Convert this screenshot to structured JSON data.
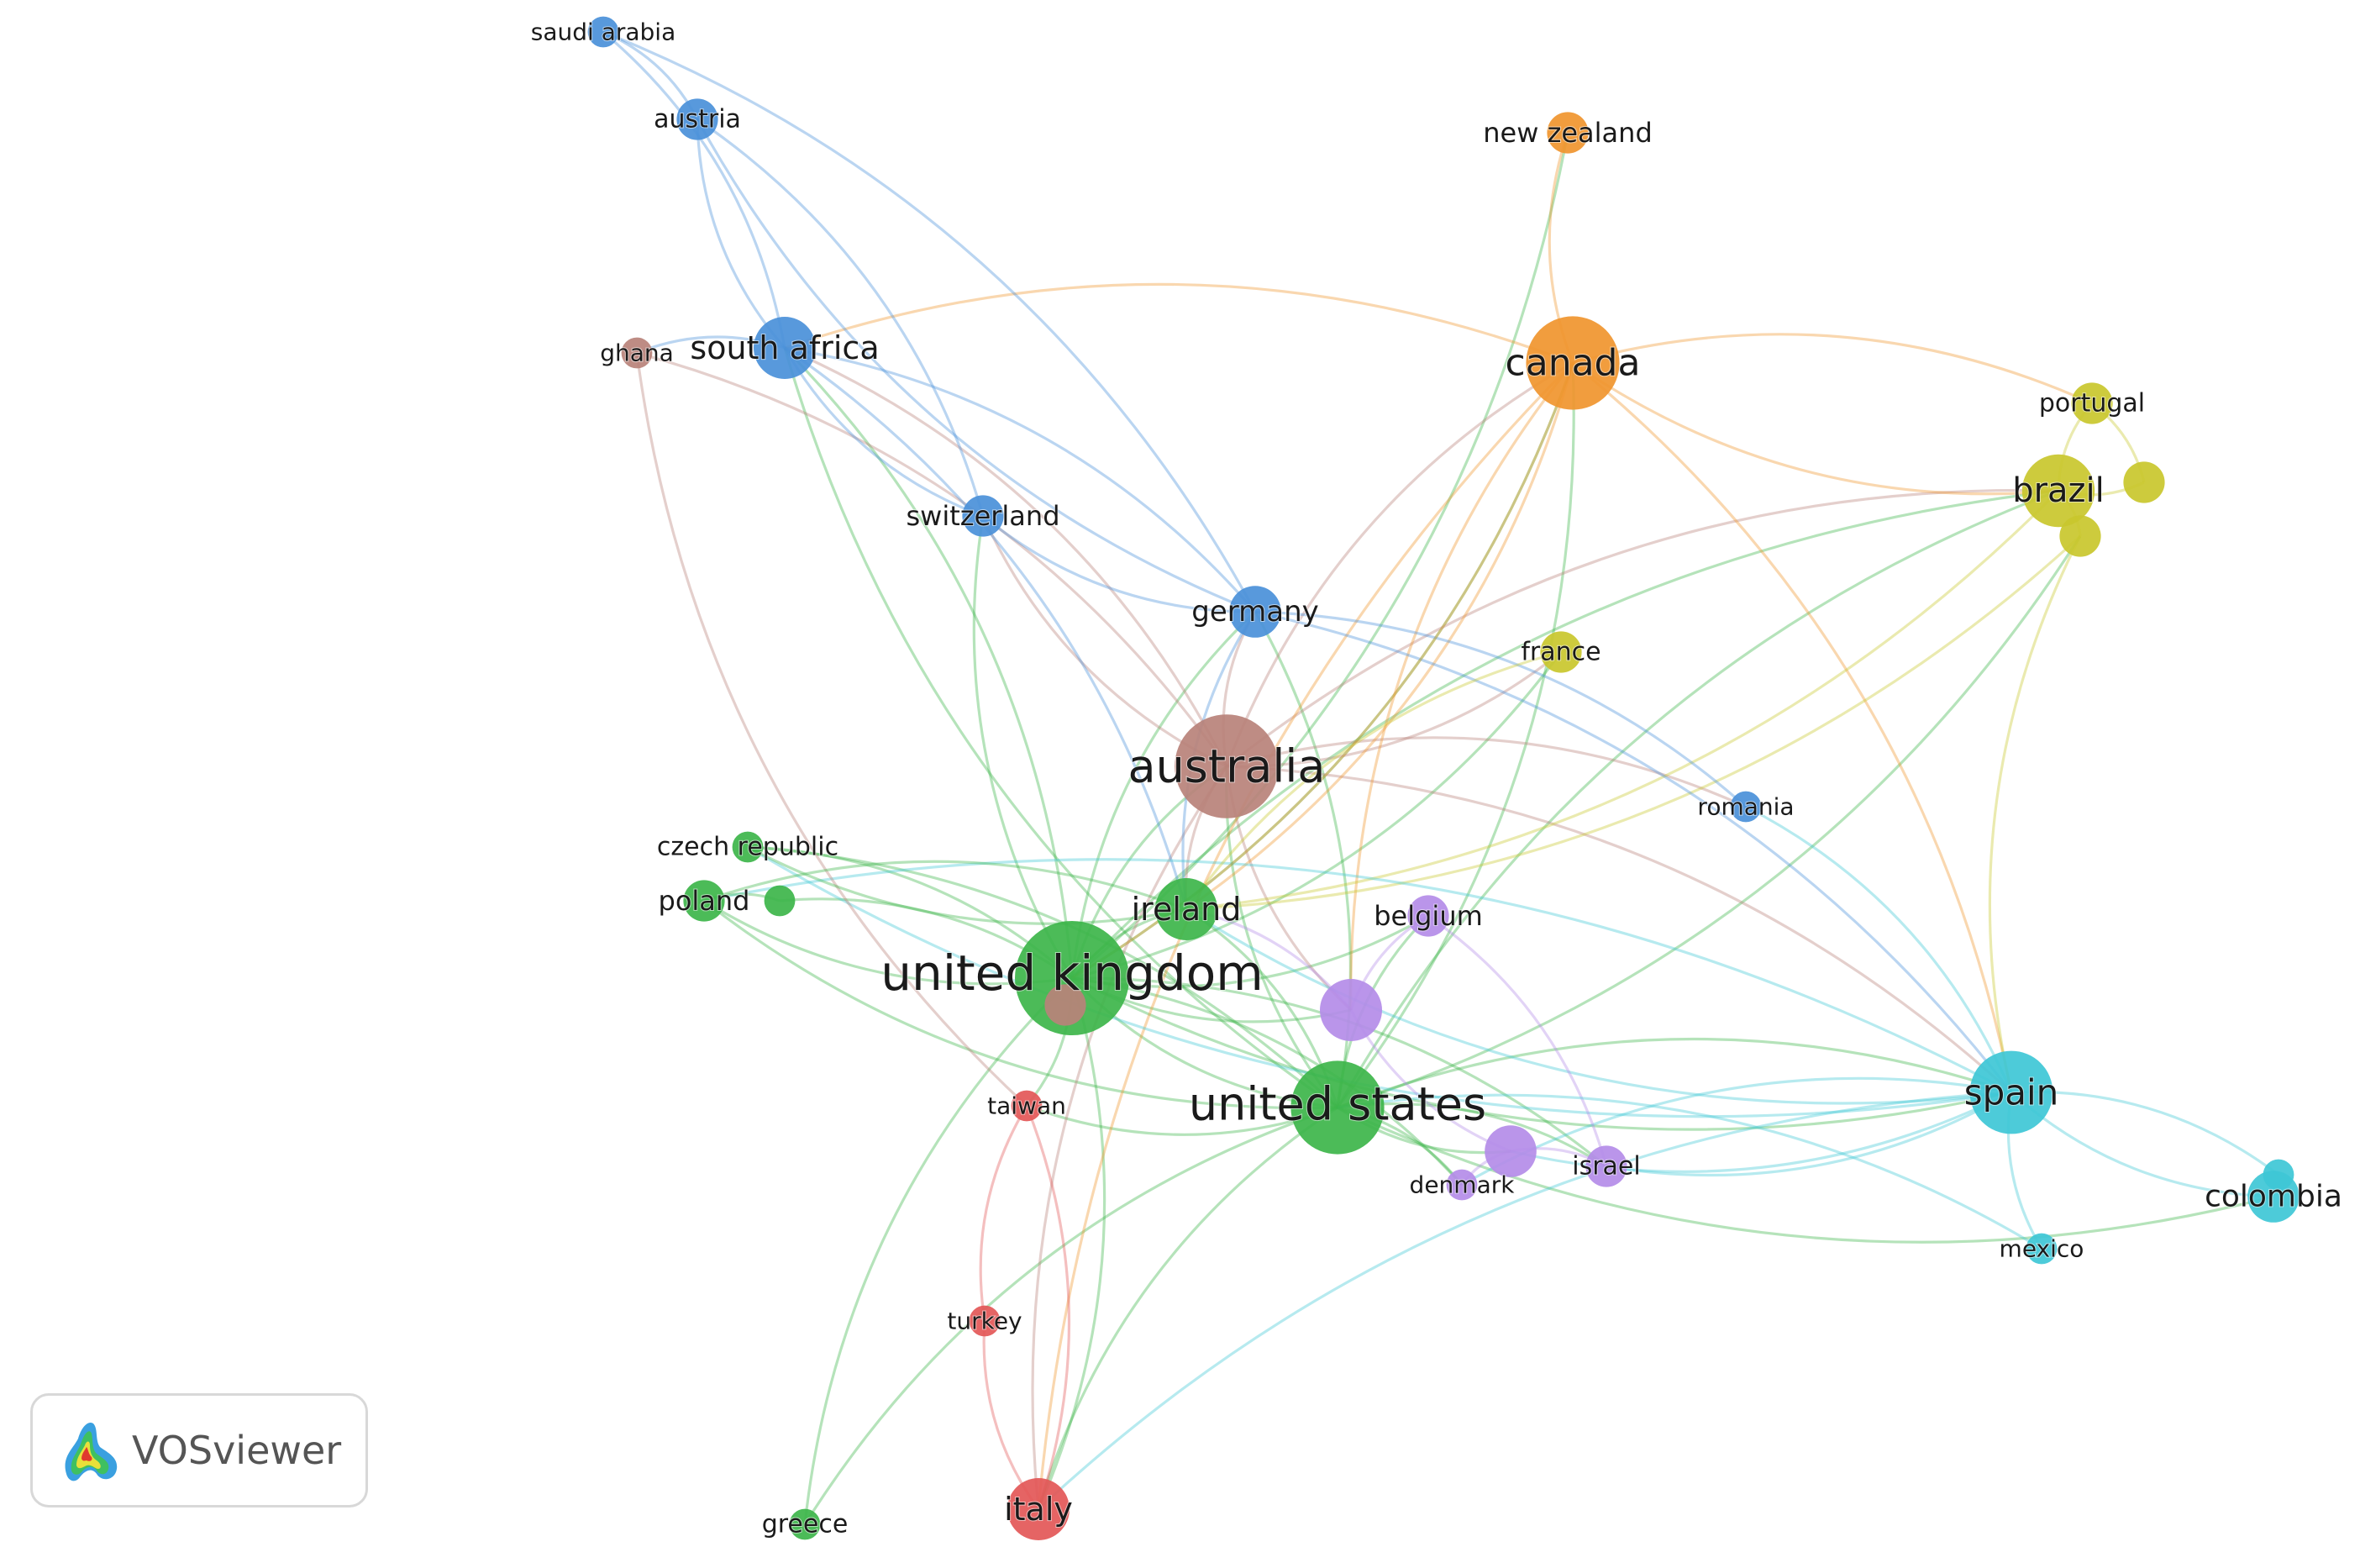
{
  "app": {
    "name": "VOSviewer",
    "logo_icon": "vosviewer-heatmap-logo-icon"
  },
  "cluster_colors": {
    "green": "#3db54a",
    "blue": "#4a90d9",
    "orange": "#f0952e",
    "yellow": "#c9c72c",
    "cyan": "#3ec7d6",
    "purple": "#b48ce8",
    "red": "#e35757",
    "brown": "#b8827a"
  },
  "network": {
    "nodes": [
      {
        "id": "united kingdom",
        "label": "united kingdom",
        "cluster": "green",
        "weight": 10
      },
      {
        "id": "united states",
        "label": "united states",
        "cluster": "green",
        "weight": 8
      },
      {
        "id": "ireland",
        "label": "ireland",
        "cluster": "green",
        "weight": 5
      },
      {
        "id": "czech republic",
        "label": "czech republic",
        "cluster": "green",
        "weight": 2
      },
      {
        "id": "poland",
        "label": "poland",
        "cluster": "green",
        "weight": 3
      },
      {
        "id": "poland-2",
        "label": "",
        "cluster": "green",
        "weight": 2
      },
      {
        "id": "greece",
        "label": "greece",
        "cluster": "green",
        "weight": 2
      },
      {
        "id": "australia",
        "label": "australia",
        "cluster": "brown",
        "weight": 9
      },
      {
        "id": "ghana",
        "label": "ghana",
        "cluster": "brown",
        "weight": 2
      },
      {
        "id": "uk-brown",
        "label": "",
        "cluster": "brown",
        "weight": 3
      },
      {
        "id": "canada",
        "label": "canada",
        "cluster": "orange",
        "weight": 8
      },
      {
        "id": "new zealand",
        "label": "new zealand",
        "cluster": "orange",
        "weight": 3
      },
      {
        "id": "brazil",
        "label": "brazil",
        "cluster": "yellow",
        "weight": 6
      },
      {
        "id": "portugal",
        "label": "portugal",
        "cluster": "yellow",
        "weight": 3
      },
      {
        "id": "brazil-a",
        "label": "",
        "cluster": "yellow",
        "weight": 3
      },
      {
        "id": "brazil-b",
        "label": "",
        "cluster": "yellow",
        "weight": 3
      },
      {
        "id": "france",
        "label": "france",
        "cluster": "yellow",
        "weight": 3
      },
      {
        "id": "south africa",
        "label": "south africa",
        "cluster": "blue",
        "weight": 5
      },
      {
        "id": "saudi arabia",
        "label": "saudi arabia",
        "cluster": "blue",
        "weight": 2
      },
      {
        "id": "austria",
        "label": "austria",
        "cluster": "blue",
        "weight": 3
      },
      {
        "id": "switzerland",
        "label": "switzerland",
        "cluster": "blue",
        "weight": 3
      },
      {
        "id": "germany",
        "label": "germany",
        "cluster": "blue",
        "weight": 4
      },
      {
        "id": "romania",
        "label": "romania",
        "cluster": "blue",
        "weight": 2
      },
      {
        "id": "spain",
        "label": "spain",
        "cluster": "cyan",
        "weight": 7
      },
      {
        "id": "colombia",
        "label": "colombia",
        "cluster": "cyan",
        "weight": 4
      },
      {
        "id": "colombia-2",
        "label": "",
        "cluster": "cyan",
        "weight": 2
      },
      {
        "id": "mexico",
        "label": "mexico",
        "cluster": "cyan",
        "weight": 2
      },
      {
        "id": "belgium",
        "label": "belgium",
        "cluster": "purple",
        "weight": 3
      },
      {
        "id": "purple-hub",
        "label": "",
        "cluster": "purple",
        "weight": 5
      },
      {
        "id": "purple-2",
        "label": "",
        "cluster": "purple",
        "weight": 4
      },
      {
        "id": "israel",
        "label": "israel",
        "cluster": "purple",
        "weight": 3
      },
      {
        "id": "denmark",
        "label": "denmark",
        "cluster": "purple",
        "weight": 2
      },
      {
        "id": "italy",
        "label": "italy",
        "cluster": "red",
        "weight": 5
      },
      {
        "id": "taiwan",
        "label": "taiwan",
        "cluster": "red",
        "weight": 2
      },
      {
        "id": "turkey",
        "label": "turkey",
        "cluster": "red",
        "weight": 2
      }
    ],
    "links": [
      [
        "united kingdom",
        "united states"
      ],
      [
        "united kingdom",
        "australia"
      ],
      [
        "united kingdom",
        "canada"
      ],
      [
        "united kingdom",
        "ireland"
      ],
      [
        "united kingdom",
        "south africa"
      ],
      [
        "united kingdom",
        "germany"
      ],
      [
        "united kingdom",
        "spain"
      ],
      [
        "united kingdom",
        "brazil"
      ],
      [
        "united kingdom",
        "czech republic"
      ],
      [
        "united kingdom",
        "poland"
      ],
      [
        "united kingdom",
        "poland-2"
      ],
      [
        "united kingdom",
        "italy"
      ],
      [
        "united kingdom",
        "greece"
      ],
      [
        "united kingdom",
        "switzerland"
      ],
      [
        "united kingdom",
        "belgium"
      ],
      [
        "united kingdom",
        "israel"
      ],
      [
        "united kingdom",
        "purple-hub"
      ],
      [
        "united kingdom",
        "taiwan"
      ],
      [
        "united kingdom",
        "france"
      ],
      [
        "united kingdom",
        "denmark"
      ],
      [
        "united kingdom",
        "new zealand"
      ],
      [
        "united states",
        "australia"
      ],
      [
        "united states",
        "canada"
      ],
      [
        "united states",
        "spain"
      ],
      [
        "united states",
        "ireland"
      ],
      [
        "united states",
        "brazil"
      ],
      [
        "united states",
        "italy"
      ],
      [
        "united states",
        "israel"
      ],
      [
        "united states",
        "purple-2"
      ],
      [
        "united states",
        "denmark"
      ],
      [
        "united states",
        "czech republic"
      ],
      [
        "united states",
        "poland"
      ],
      [
        "united states",
        "greece"
      ],
      [
        "united states",
        "south africa"
      ],
      [
        "united states",
        "germany"
      ],
      [
        "united states",
        "taiwan"
      ],
      [
        "united states",
        "colombia"
      ],
      [
        "united states",
        "belgium"
      ],
      [
        "united states",
        "brazil-b"
      ],
      [
        "australia",
        "canada"
      ],
      [
        "australia",
        "south africa"
      ],
      [
        "australia",
        "germany"
      ],
      [
        "australia",
        "ireland"
      ],
      [
        "australia",
        "spain"
      ],
      [
        "australia",
        "purple-hub"
      ],
      [
        "australia",
        "switzerland"
      ],
      [
        "australia",
        "ghana"
      ],
      [
        "australia",
        "romania"
      ],
      [
        "australia",
        "italy"
      ],
      [
        "australia",
        "brazil"
      ],
      [
        "australia",
        "france"
      ],
      [
        "canada",
        "new zealand"
      ],
      [
        "canada",
        "brazil"
      ],
      [
        "canada",
        "portugal"
      ],
      [
        "canada",
        "south africa"
      ],
      [
        "canada",
        "ireland"
      ],
      [
        "canada",
        "purple-hub"
      ],
      [
        "canada",
        "spain"
      ],
      [
        "canada",
        "italy"
      ],
      [
        "brazil",
        "portugal"
      ],
      [
        "brazil",
        "brazil-a"
      ],
      [
        "brazil",
        "brazil-b"
      ],
      [
        "brazil-b",
        "spain"
      ],
      [
        "brazil-b",
        "ireland"
      ],
      [
        "brazil-a",
        "portugal"
      ],
      [
        "brazil",
        "ireland"
      ],
      [
        "south africa",
        "saudi arabia"
      ],
      [
        "south africa",
        "austria"
      ],
      [
        "south africa",
        "switzerland"
      ],
      [
        "south africa",
        "germany"
      ],
      [
        "south africa",
        "ghana"
      ],
      [
        "south africa",
        "ireland"
      ],
      [
        "austria",
        "saudi arabia"
      ],
      [
        "austria",
        "switzerland"
      ],
      [
        "austria",
        "germany"
      ],
      [
        "saudi arabia",
        "germany"
      ],
      [
        "switzerland",
        "germany"
      ],
      [
        "germany",
        "spain"
      ],
      [
        "germany",
        "ireland"
      ],
      [
        "germany",
        "romania"
      ],
      [
        "spain",
        "colombia"
      ],
      [
        "spain",
        "colombia-2"
      ],
      [
        "spain",
        "mexico"
      ],
      [
        "spain",
        "israel"
      ],
      [
        "spain",
        "romania"
      ],
      [
        "spain",
        "purple-2"
      ],
      [
        "spain",
        "denmark"
      ],
      [
        "spain",
        "ireland"
      ],
      [
        "spain",
        "poland"
      ],
      [
        "spain",
        "czech republic"
      ],
      [
        "spain",
        "italy"
      ],
      [
        "purple-hub",
        "belgium"
      ],
      [
        "purple-hub",
        "purple-2"
      ],
      [
        "purple-2",
        "israel"
      ],
      [
        "purple-2",
        "denmark"
      ],
      [
        "belgium",
        "israel"
      ],
      [
        "purple-hub",
        "ireland"
      ],
      [
        "italy",
        "turkey"
      ],
      [
        "italy",
        "taiwan"
      ],
      [
        "turkey",
        "taiwan"
      ],
      [
        "ghana",
        "taiwan"
      ],
      [
        "ireland",
        "czech republic"
      ],
      [
        "ireland",
        "poland"
      ],
      [
        "poland",
        "poland-2"
      ],
      [
        "france",
        "ireland"
      ],
      [
        "canada",
        "united kingdom"
      ],
      [
        "mexico",
        "united states"
      ]
    ]
  }
}
